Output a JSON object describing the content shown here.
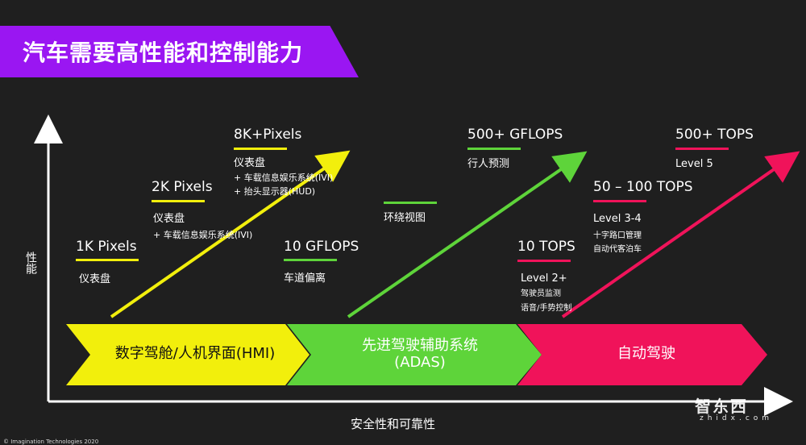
{
  "title": "汽车需要高性能和控制能力",
  "axes": {
    "y_label": "性能",
    "x_label": "安全性和可靠性"
  },
  "stages": [
    {
      "label": "数字驾舱/人机界面(HMI)"
    },
    {
      "label_line1": "先进驾驶辅助系统",
      "label_line2": "(ADAS)"
    },
    {
      "label": "自动驾驶"
    }
  ],
  "hmi": {
    "k1": {
      "head": "1K Pixels",
      "desc": "仪表盘"
    },
    "k2": {
      "head": "2K Pixels",
      "desc": "仪表盘",
      "item1": "+ 车载信息娱乐系统(IVI)"
    },
    "k8": {
      "head": "8K+Pixels",
      "desc": "仪表盘",
      "item1": "+ 车载信息娱乐系统(IVI)",
      "item2": "+ 抬头显示器(HUD)"
    }
  },
  "adas": {
    "g10": {
      "head": "10 GFLOPS",
      "desc": "车道偏离"
    },
    "surround": {
      "desc": "环绕视图"
    },
    "g500": {
      "head": "500+ GFLOPS",
      "desc": "行人预测"
    }
  },
  "ad": {
    "t10": {
      "head": "10 TOPS",
      "desc": "Level 2+",
      "item1": "驾驶员监测",
      "item2": "语音/手势控制"
    },
    "t50": {
      "head": "50 – 100 TOPS",
      "desc": "Level 3-4",
      "item1": "十字路口管理",
      "item2": "自动代客泊车"
    },
    "t500": {
      "head": "500+ TOPS",
      "desc": "Level 5"
    }
  },
  "copyright": "© Imagination Technologies 2020",
  "watermark": {
    "main": "智东西",
    "sub": "zhidx.com"
  },
  "colors": {
    "banner": "#9a16f2",
    "yellow": "#f2ef0c",
    "green": "#5ed43a",
    "pink": "#f0135a",
    "background": "#1f1f1f",
    "axis": "#ffffff"
  }
}
